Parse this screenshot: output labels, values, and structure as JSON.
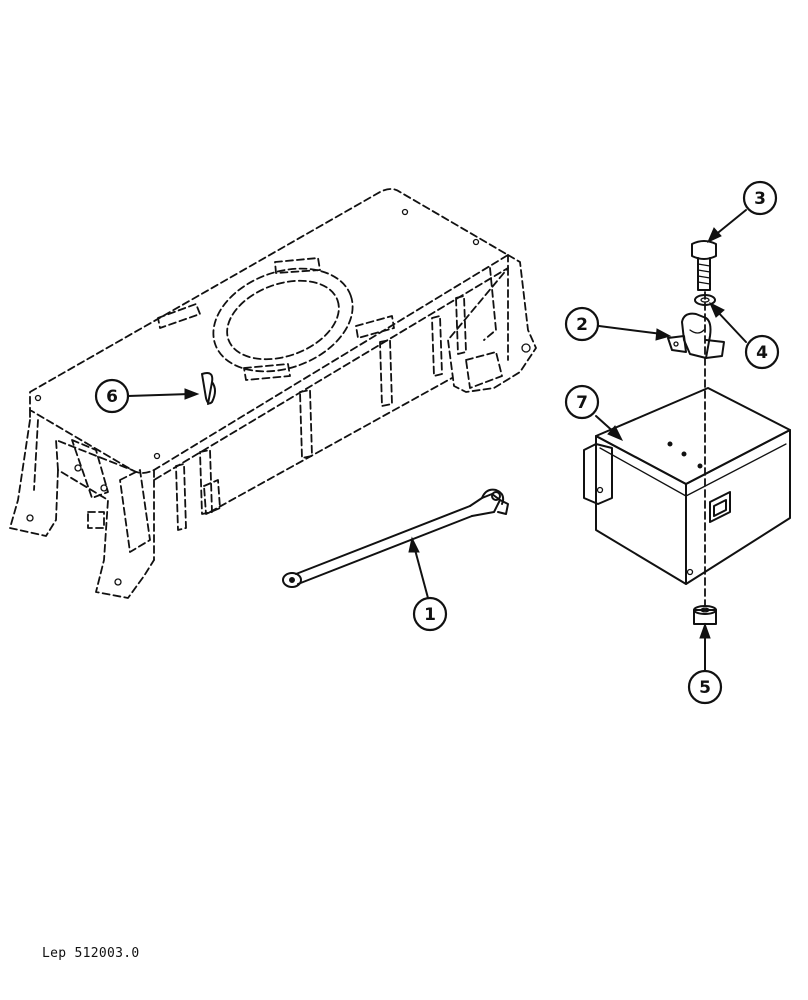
{
  "callouts": {
    "c1": "1",
    "c2": "2",
    "c3": "3",
    "c4": "4",
    "c5": "5",
    "c6": "6",
    "c7": "7"
  },
  "reference_code": "Lep 512003.0"
}
